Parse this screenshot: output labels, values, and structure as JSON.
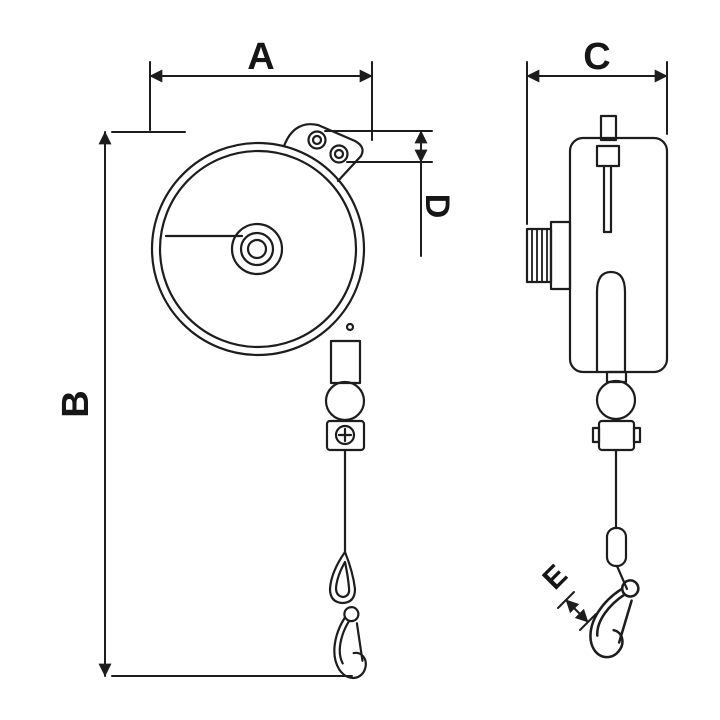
{
  "diagram": {
    "labels": {
      "a": "A",
      "b": "B",
      "c": "C",
      "d": "D",
      "e": "E"
    },
    "colors": {
      "line": "#1d1d1d",
      "background": "#ffffff"
    }
  }
}
